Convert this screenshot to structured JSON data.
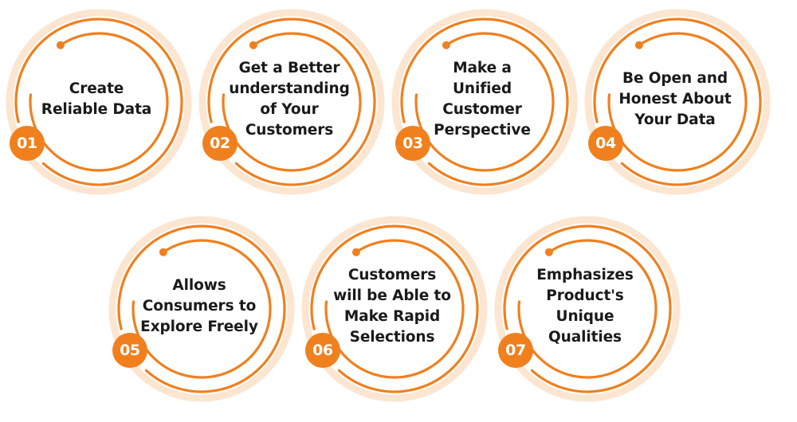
{
  "colors": {
    "accent": "#F07F1E",
    "accent_light": "#FCE6D2",
    "text": "#1A1A1A"
  },
  "steps": [
    {
      "number": "01",
      "label": "Create Reliable Data"
    },
    {
      "number": "02",
      "label": "Get a Better understanding of Your Customers"
    },
    {
      "number": "03",
      "label": "Make a Unified Customer Perspective"
    },
    {
      "number": "04",
      "label": "Be Open and Honest About Your Data"
    },
    {
      "number": "05",
      "label": "Allows Consumers to Explore Freely"
    },
    {
      "number": "06",
      "label": "Customers will be Able to Make Rapid Selections"
    },
    {
      "number": "07",
      "label": "Emphasizes Product's Unique Qualities"
    }
  ]
}
